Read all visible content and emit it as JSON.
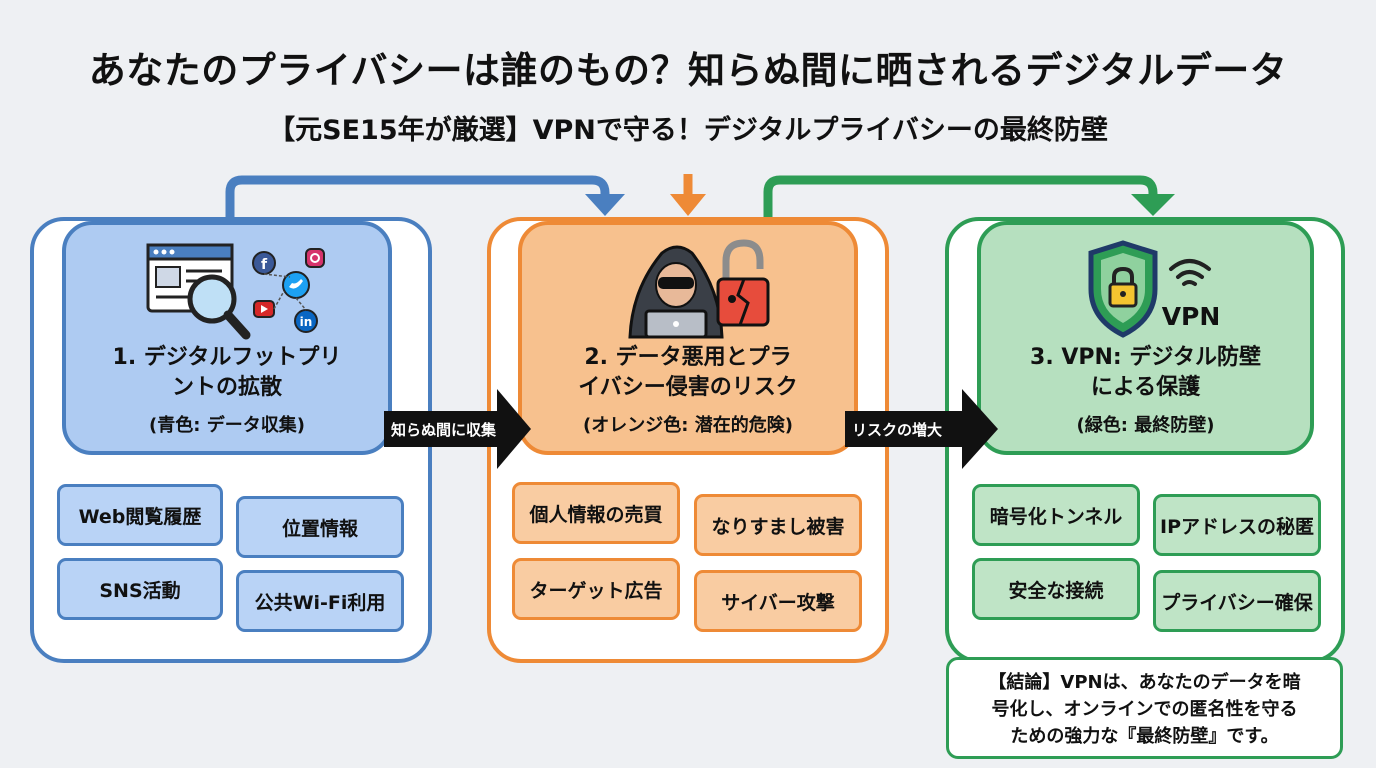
{
  "header": {
    "title": "あなたのプライバシーは誰のもの？知らぬ間に晒されるデジタルデータ",
    "subtitle": "【元SE15年が厳選】VPNで守る！デジタルプライバシーの最終防壁"
  },
  "colors": {
    "blue": "#4a7fc0",
    "blue_fill": "#aecbf2",
    "orange": "#ee8a36",
    "orange_fill": "#f7c18e",
    "green": "#2e9d55",
    "green_fill": "#b6e0bf",
    "connector": "#111111"
  },
  "stages": [
    {
      "title_line1": "1. デジタルフットプリ",
      "title_line2": "ントの拡散",
      "note": "(青色: データ収集)",
      "icon": "browser-magnifier-social-icon",
      "items": [
        "Web閲覧履歴",
        "位置情報",
        "SNS活動",
        "公共Wi-Fi利用"
      ]
    },
    {
      "title_line1": "2. データ悪用とプラ",
      "title_line2": "イバシー侵害のリスク",
      "note": "(オレンジ色: 潜在的危険)",
      "icon": "hacker-broken-lock-icon",
      "items": [
        "個人情報の売買",
        "なりすまし被害",
        "ターゲット広告",
        "サイバー攻撃"
      ]
    },
    {
      "title_line1": "3. VPN: デジタル防壁",
      "title_line2": "による保護",
      "note": "(緑色: 最終防壁)",
      "icon": "shield-lock-vpn-icon",
      "icon_label": "VPN",
      "items": [
        "暗号化トンネル",
        "IPアドレスの秘匿",
        "安全な接続",
        "プライバシー確保"
      ]
    }
  ],
  "connectors": [
    "知らぬ間に収集",
    "リスクの増大"
  ],
  "conclusion": {
    "line1": "【結論】VPNは、あなたのデータを暗",
    "line2": "号化し、オンラインでの匿名性を守る",
    "line3": "ための強力な『最終防壁』です。"
  }
}
